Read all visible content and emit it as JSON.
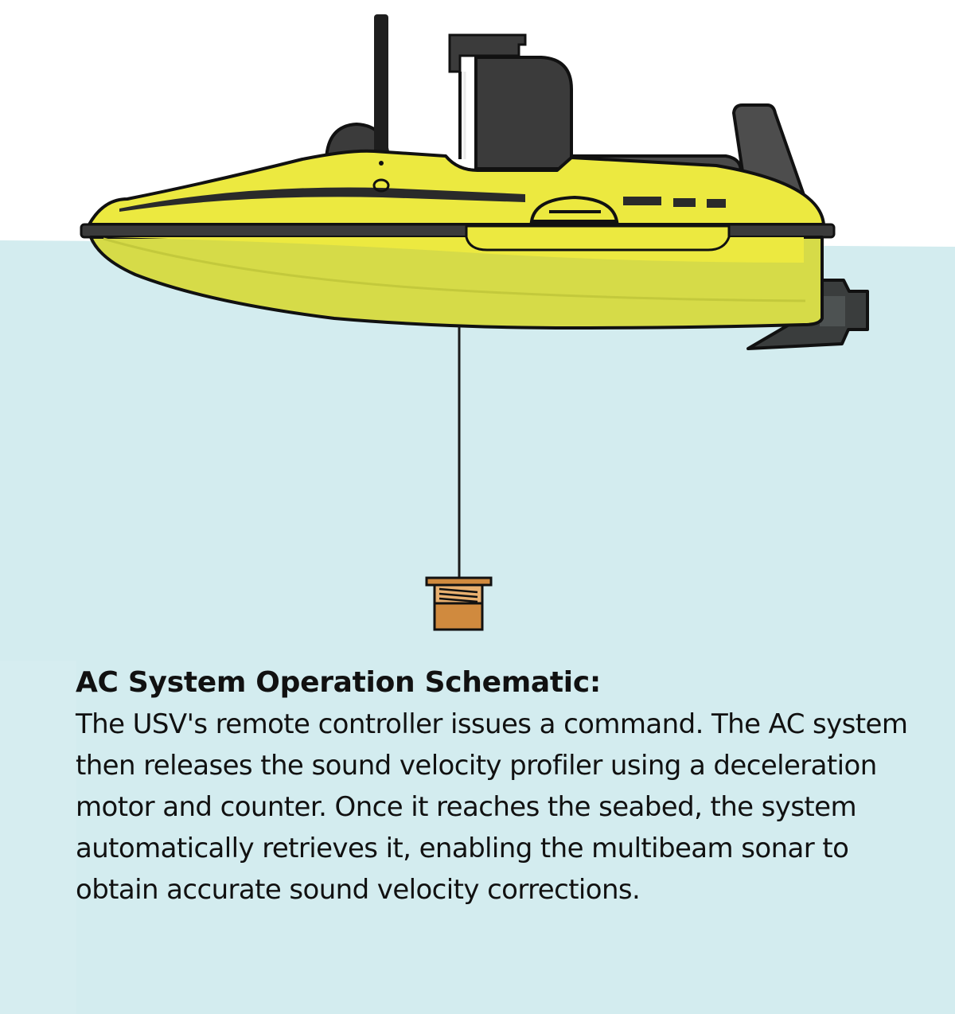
{
  "colors": {
    "water": "#d3ecef",
    "water_edge": "#e3f3f5",
    "hull_yellow": "#ece940",
    "hull_yellow_dark": "#d1d94a",
    "hull_outline": "#1a1a1a",
    "cabin_dark": "#3b3b3b",
    "deck_gray": "#4a4a4a",
    "motor_gray": "#3a3d3d",
    "profiler_orange": "#d08a3e",
    "stripe_dark": "#2a2a2a"
  },
  "diagram": {
    "subject": "usv-boat",
    "components": [
      "antenna",
      "gps-dome",
      "cabin",
      "rear-panel",
      "hull",
      "outboard-motor",
      "cable",
      "sound-velocity-profiler"
    ]
  },
  "caption": {
    "title": "AC System Operation Schematic:",
    "body": "The USV's remote controller issues a command. The AC system then releases the sound velocity profiler using a deceleration motor and counter. Once it reaches the seabed, the system automatically retrieves it, enabling the multibeam sonar to obtain accurate sound velocity corrections."
  }
}
